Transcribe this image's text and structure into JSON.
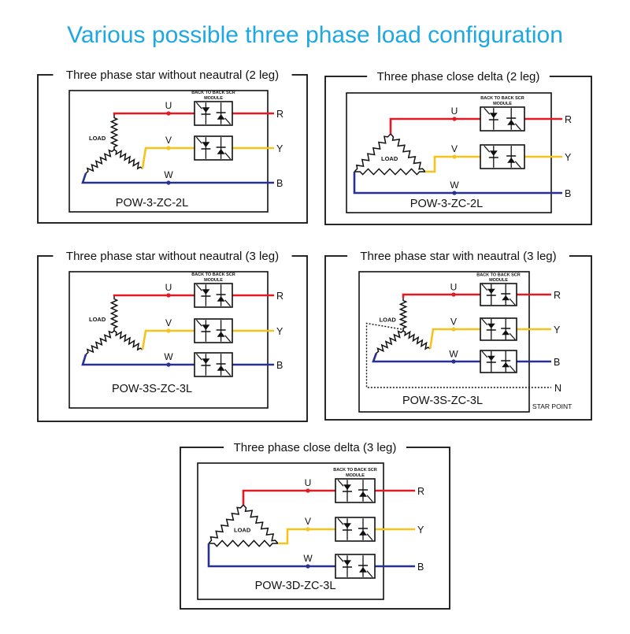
{
  "title": "Various possible three phase load configuration",
  "colors": {
    "title": "#1fa7e1",
    "phase_r": "#e21b23",
    "phase_y": "#f5c31c",
    "phase_b": "#27318f",
    "line": "#111111"
  },
  "common": {
    "phase_labels": [
      "U",
      "V",
      "W"
    ],
    "terminal_labels": [
      "R",
      "Y",
      "B"
    ],
    "load_label": "LOAD",
    "module_label_line1": "BACK TO BACK SCR",
    "module_label_line2": "MODULE"
  },
  "diagrams": [
    {
      "section_title": "Three phase star without neautral (2 leg)",
      "model": "POW-3-ZC-2L",
      "configuration": "star",
      "scr_legs": 2
    },
    {
      "section_title": "Three phase close delta (2 leg)",
      "model": "POW-3-ZC-2L",
      "configuration": "delta",
      "scr_legs": 2
    },
    {
      "section_title": "Three phase star without neautral (3 leg)",
      "model": "POW-3S-ZC-3L",
      "configuration": "star",
      "scr_legs": 3
    },
    {
      "section_title": "Three phase star with neautral (3 leg)",
      "model": "POW-3S-ZC-3L",
      "configuration": "star-neutral",
      "scr_legs": 3,
      "neutral_label": "N",
      "star_point_label": "STAR POINT"
    },
    {
      "section_title": "Three phase close delta (3 leg)",
      "model": "POW-3D-ZC-3L",
      "configuration": "delta",
      "scr_legs": 3
    }
  ]
}
